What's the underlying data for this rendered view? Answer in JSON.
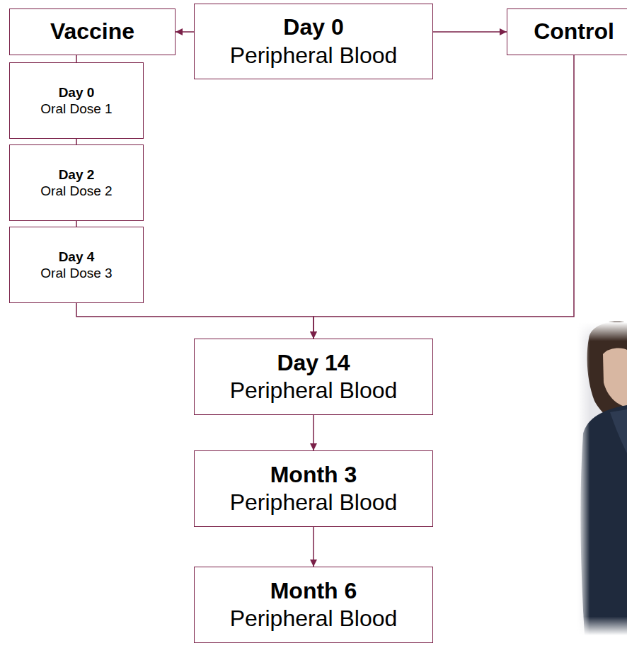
{
  "diagram": {
    "nodes": [
      {
        "text": [
          "Vaccine"
        ]
      },
      {
        "text": [
          "Day 0",
          "Peripheral Blood"
        ]
      },
      {
        "text": [
          "Control"
        ]
      },
      {
        "text": [
          "Day 0",
          "Oral Dose 1"
        ]
      },
      {
        "text": [
          "Day 2",
          "Oral Dose 2"
        ]
      },
      {
        "text": [
          "Day 4",
          "Oral Dose 3"
        ]
      },
      {
        "text": [
          "Day 14",
          "Peripheral Blood"
        ]
      },
      {
        "text": [
          "Month 3",
          "Peripheral Blood"
        ]
      },
      {
        "text": [
          "Month 6",
          "Peripheral Blood"
        ]
      }
    ],
    "edges": [
      {
        "from": 1,
        "to": 0,
        "arrow": "to"
      },
      {
        "from": 1,
        "to": 2,
        "arrow": "to"
      },
      {
        "from": 0,
        "to": 3,
        "arrow": "none"
      },
      {
        "from": 3,
        "to": 4,
        "arrow": "none"
      },
      {
        "from": 4,
        "to": 5,
        "arrow": "none"
      },
      {
        "from": 5,
        "to": 6,
        "arrow": "to"
      },
      {
        "from": 2,
        "to": 6,
        "arrow": "to"
      },
      {
        "from": 6,
        "to": 7,
        "arrow": "to"
      },
      {
        "from": 7,
        "to": 8,
        "arrow": "to"
      }
    ]
  }
}
